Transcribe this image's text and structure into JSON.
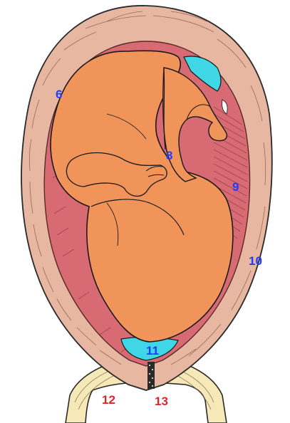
{
  "labels": {
    "l6": "6",
    "l8": "8",
    "l9": "9",
    "l10": "10",
    "l11": "11",
    "l12": "12",
    "l13": "13"
  },
  "colors": {
    "background": "#ffffff",
    "uterine_wall": "#e7b7a1",
    "wall_stroke": "#2a2a2a",
    "wall_hatch": "#9a6a5a",
    "muscle_layer": "#d76a72",
    "muscle_hatch": "#8a3942",
    "fetus": "#f0945a",
    "fetus_stroke": "#1a1a1a",
    "amniotic_fluid": "#3fd6e6",
    "cervix_mucus": "#2a2a2a",
    "vagina": "#f7e8b8",
    "label_blue": "#1f3cff",
    "label_red": "#e2242a"
  }
}
